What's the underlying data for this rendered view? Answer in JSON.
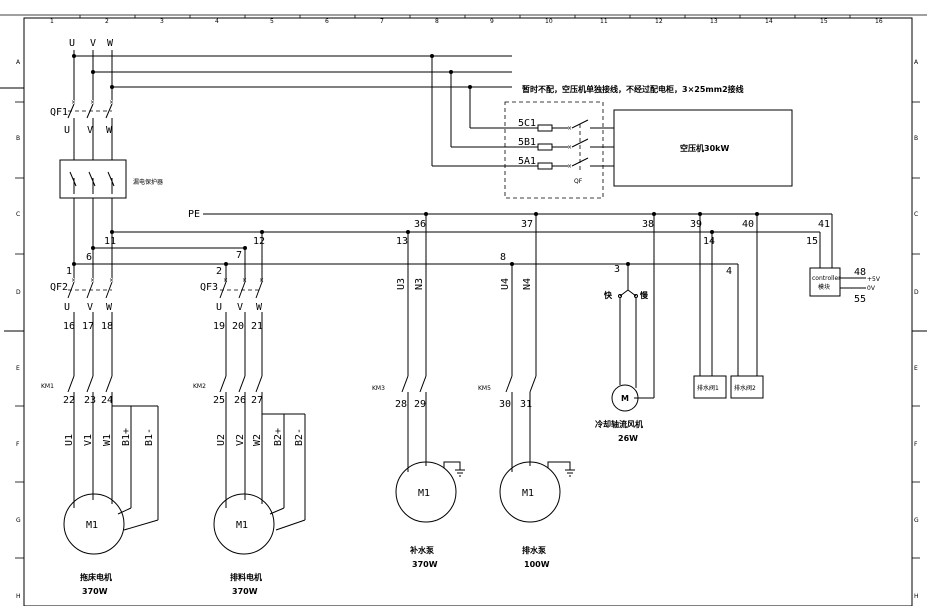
{
  "ruler": {
    "columns": [
      "1",
      "2",
      "3",
      "4",
      "5",
      "6",
      "7",
      "8",
      "9",
      "10",
      "11",
      "12",
      "13",
      "14",
      "15",
      "16"
    ],
    "rows": [
      "A",
      "B",
      "C",
      "D",
      "E",
      "F",
      "G",
      "H"
    ]
  },
  "bus": {
    "u": "U",
    "v": "V",
    "w": "W",
    "pe": "PE"
  },
  "breakers": {
    "qf1": "QF1",
    "qf1_u": "U",
    "qf1_v": "V",
    "qf1_w": "W",
    "qf2": "QF2",
    "qf2_u": "U",
    "qf2_v": "V",
    "qf2_w": "W",
    "qf3": "QF3",
    "qf3_u": "U",
    "qf3_v": "V",
    "qf3_w": "W"
  },
  "leakage_protector": "漏电保护器",
  "compressor": {
    "note": "暂时不配，空压机单独接线，不经过配电柜，3×25mm2接线",
    "label": "空压机30kW",
    "c1": "5C1",
    "b1": "5B1",
    "a1": "5A1",
    "qf": "QF"
  },
  "wires": {
    "w1": "1",
    "w2": "2",
    "w3": "3",
    "w4": "4",
    "w6": "6",
    "w7": "7",
    "w8": "8",
    "w11": "11",
    "w12": "12",
    "w13": "13",
    "w14": "14",
    "w15": "15",
    "w36": "36",
    "w37": "37",
    "w38": "38",
    "w39": "39",
    "w40": "40",
    "w41": "41",
    "w48": "48",
    "w55": "55",
    "t16": "16",
    "t17": "17",
    "t18": "18",
    "t19": "19",
    "t20": "20",
    "t21": "21",
    "t22": "22",
    "t23": "23",
    "t24": "24",
    "t25": "25",
    "t26": "26",
    "t27": "27",
    "t28": "28",
    "t29": "29",
    "t30": "30",
    "t31": "31"
  },
  "feeders": {
    "u3": "U3",
    "n3": "N3",
    "u4": "U4",
    "n4": "N4"
  },
  "contactors": {
    "km1": "KM1",
    "km2": "KM2",
    "km3": "KM3",
    "km5": "KM5"
  },
  "motor_terms": {
    "m1": [
      "U1",
      "V1",
      "W1",
      "B1+",
      "B1-"
    ],
    "m2": [
      "U2",
      "V2",
      "W2",
      "B2+",
      "B2-"
    ]
  },
  "motors": {
    "m_label": "M1",
    "motor1_name": "拖床电机",
    "motor1_power": "370W",
    "motor2_name": "排料电机",
    "motor2_power": "370W",
    "motor3_name": "补水泵",
    "motor3_power": "370W",
    "motor4_name": "排水泵",
    "motor4_power": "100W",
    "fan_name": "冷却轴流风机",
    "fan_power": "26W",
    "fan_symbol": "M"
  },
  "switch": {
    "fast": "快",
    "slow": "慢"
  },
  "loads": {
    "load1": "排水阀1",
    "load2": "排水阀2"
  },
  "module": {
    "line1": "controller",
    "line2": "模块",
    "out1": "+5V",
    "out2": "0V"
  }
}
